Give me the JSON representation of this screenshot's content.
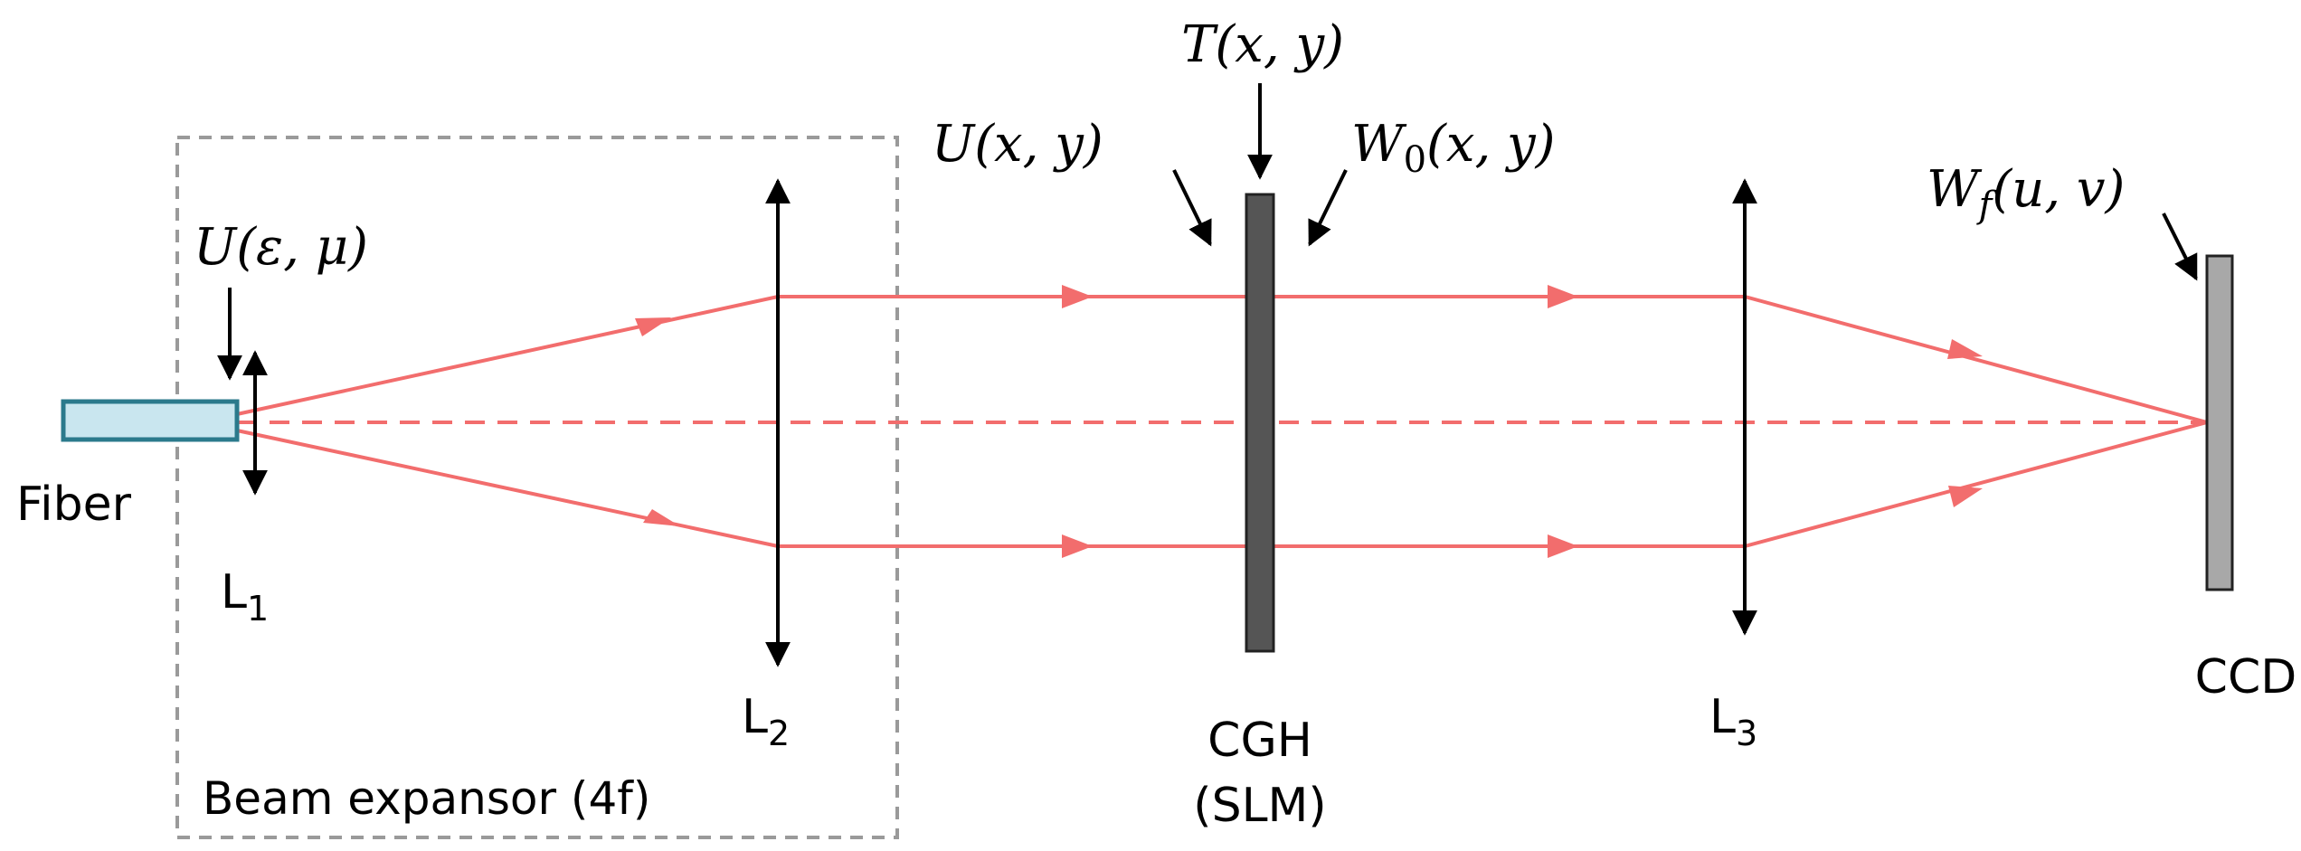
{
  "labels": {
    "fiber": "Fiber",
    "l1": "L",
    "l1_sub": "1",
    "l2": "L",
    "l2_sub": "2",
    "l3": "L",
    "l3_sub": "3",
    "beam_expansor": "Beam expansor (4f)",
    "cgh": "CGH",
    "slm": "(SLM)",
    "ccd": "CCD"
  },
  "fields": {
    "input": "U(ε, μ)",
    "incident": "U(x, y)",
    "transmittance": "T(x, y)",
    "output": "W",
    "output_sub": "0",
    "output_args": "(x, y)",
    "focal": "W",
    "focal_sub": "f",
    "focal_args": "(u, v)"
  },
  "colors": {
    "beam": "#f26d6d",
    "fiber_fill": "#c9e6ef",
    "fiber_stroke": "#2b7a8c",
    "cgh": "#555555",
    "ccd": "#a8a8a8",
    "box": "#9a9a9a"
  }
}
